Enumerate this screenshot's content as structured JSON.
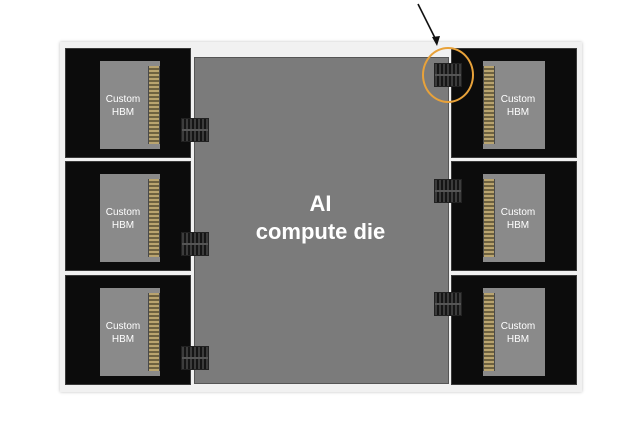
{
  "die": {
    "label_line1": "AI",
    "label_line2": "compute die"
  },
  "hbm_stacks": [
    {
      "line1": "Custom",
      "line2": "HBM"
    },
    {
      "line1": "Custom",
      "line2": "HBM"
    },
    {
      "line1": "Custom",
      "line2": "HBM"
    },
    {
      "line1": "Custom",
      "line2": "HBM"
    },
    {
      "line1": "Custom",
      "line2": "HBM"
    },
    {
      "line1": "Custom",
      "line2": "HBM"
    }
  ],
  "colors": {
    "die": "#7b7b7b",
    "hbm_stack": "#0c0c0c",
    "hbm_core": "#8a8a8a",
    "highlight": "#e8a23a",
    "board": "#f1f1f1"
  }
}
